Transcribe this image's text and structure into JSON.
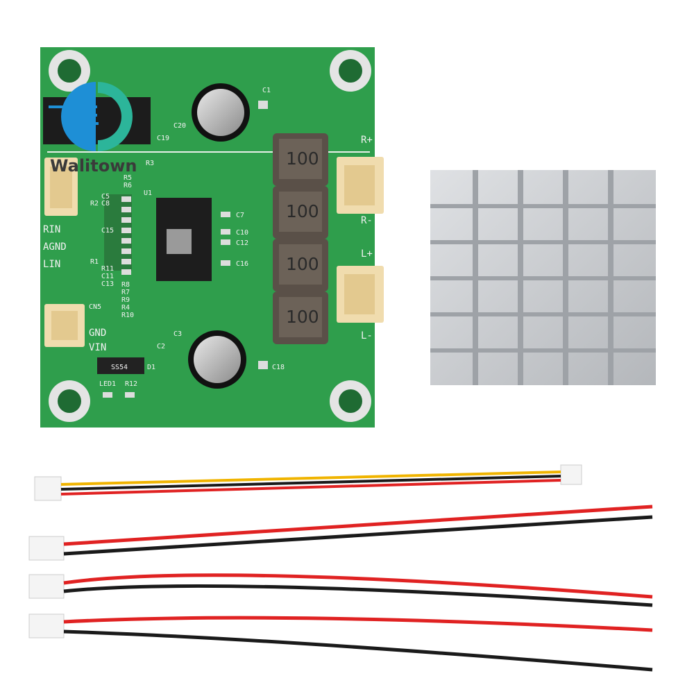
{
  "logo": {
    "text": "Walitown",
    "colors": {
      "blue": "#1e8fd6",
      "teal": "#2cb59a"
    }
  },
  "board": {
    "color": "#2f9e4c",
    "inductor_label": "100",
    "labels": {
      "rin": "RIN",
      "agnd": "AGND",
      "lin": "LIN",
      "gnd": "GND",
      "vin": "VIN",
      "r_plus": "R+",
      "r_minus": "R-",
      "l_plus": "L+",
      "l_minus": "L-",
      "u1": "U1",
      "c1": "C1",
      "c2": "C2",
      "c3": "C3",
      "c7": "C7",
      "c10": "C10",
      "c12": "C12",
      "c16": "C16",
      "c18": "C18",
      "c19": "C19",
      "c20": "C20",
      "cn5": "CN5",
      "led1": "LED1",
      "r12": "R12",
      "d1": "D1",
      "ss54": "SS54",
      "left_cluster": [
        "R3",
        "R5",
        "R6",
        "C5",
        "C8",
        "R2",
        "C15",
        "R11",
        "C11",
        "C13",
        "R1",
        "R8",
        "R7",
        "R9",
        "R4",
        "R10"
      ]
    }
  },
  "heatsink": {
    "color": "#c9cbce"
  },
  "cables": {
    "yellow": "#f0b400",
    "red": "#e02222",
    "black": "#1a1a1a"
  }
}
